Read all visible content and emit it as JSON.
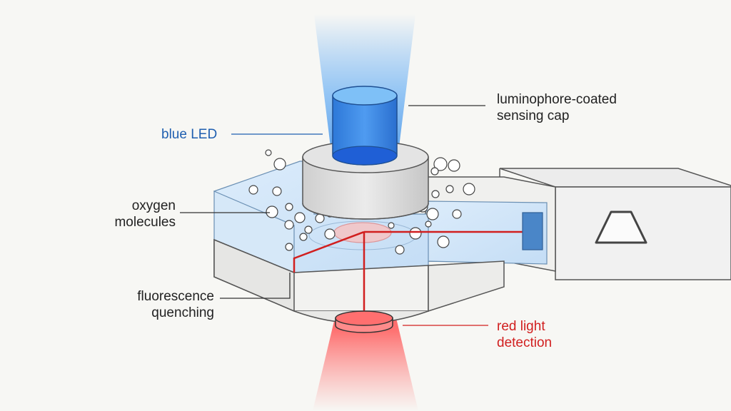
{
  "labels": {
    "sensing_cap": [
      "luminophore-coated",
      "sensing cap"
    ],
    "blue_led": "blue LED",
    "oxygen": [
      "oxygen",
      "molecules"
    ],
    "quenching": [
      "fluorescence",
      "quenching"
    ],
    "red_detection": [
      "red light",
      "detection"
    ]
  },
  "colors": {
    "blue": "#1f5fb0",
    "red": "#d11f1f",
    "text": "#222222",
    "water": "#cfe4f7"
  },
  "icons": {
    "detector_housing": "trapezoid-icon"
  }
}
